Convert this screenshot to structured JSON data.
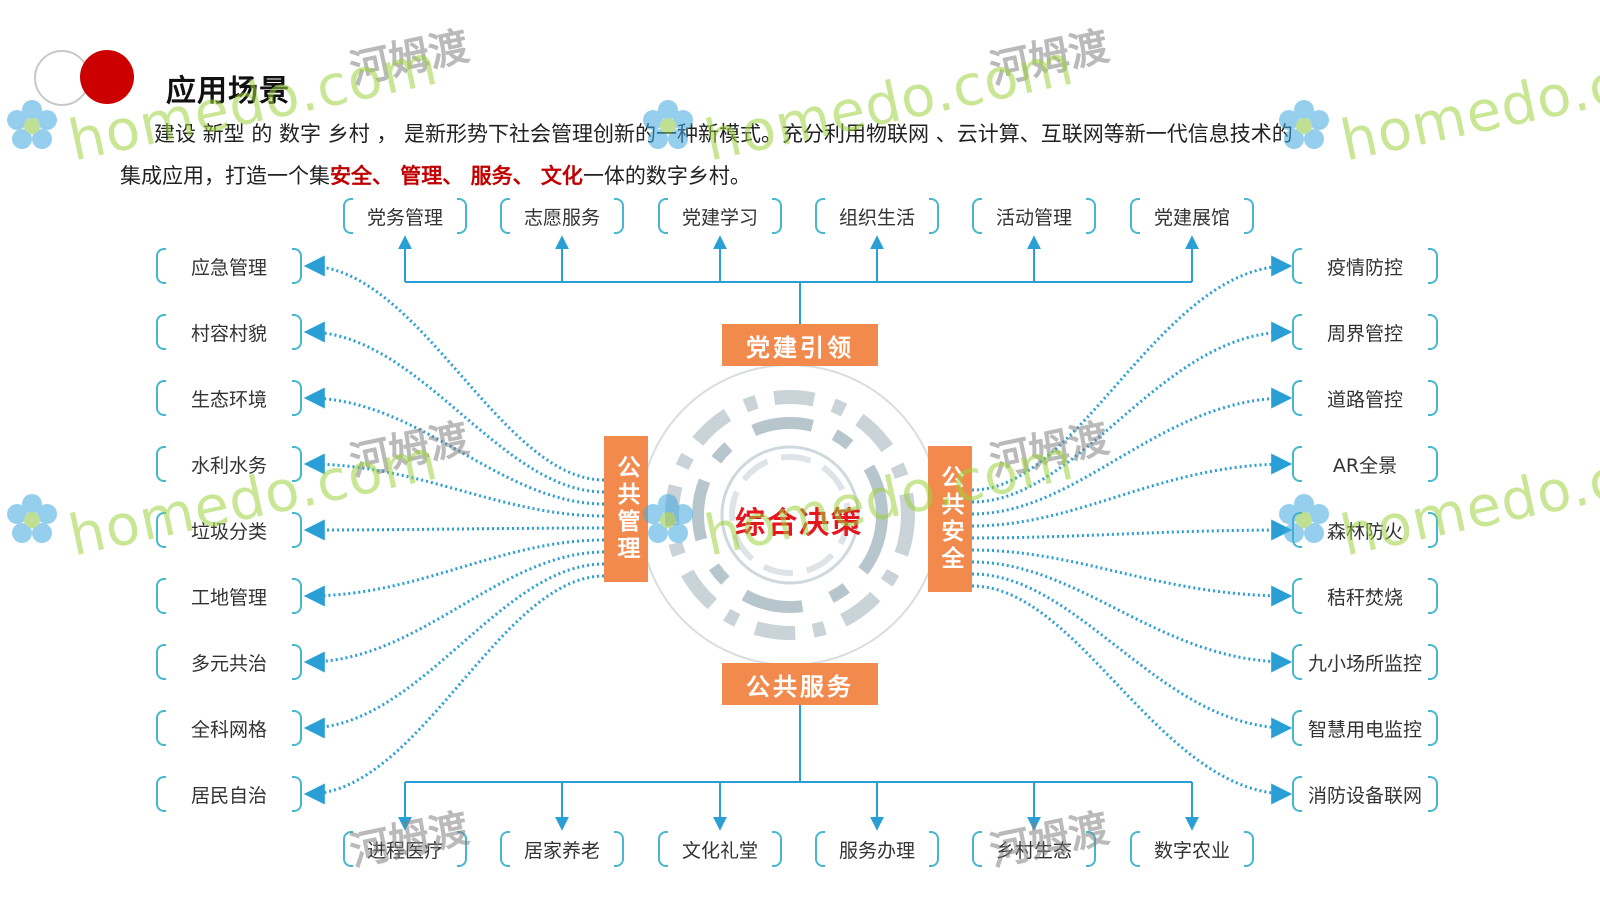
{
  "header": {
    "title": "应用场景",
    "para_line1": "建设 新型 的 数字 乡村 ， 是新形势下社会管理创新的一种新模式。充分利用物联网 、云计算、互联网等新一代信息技术的",
    "para_line2_prefix": "集成应用，打造一个集",
    "para_highlight": "安全、 管理、 服务、 文化",
    "para_line2_suffix": "一体的数字乡村。"
  },
  "top_items": [
    "党务管理",
    "志愿服务",
    "党建学习",
    "组织生活",
    "活动管理",
    "党建展馆"
  ],
  "bottom_items": [
    "进程医疗",
    "居家养老",
    "文化礼堂",
    "服务办理",
    "乡村生态",
    "数字农业"
  ],
  "left_items": [
    "应急管理",
    "村容村貌",
    "生态环境",
    "水利水务",
    "垃圾分类",
    "工地管理",
    "多元共治",
    "全科网格",
    "居民自治"
  ],
  "right_items": [
    "疫情防控",
    "周界管控",
    "道路管控",
    "AR全景",
    "森林防火",
    "秸秆焚烧",
    "九小场所监控",
    "智慧用电监控",
    "消防设备联网"
  ],
  "hubs": {
    "top": "党建引领",
    "bottom": "公共服务",
    "left": "公共管理",
    "right": "公共安全",
    "center": "综合决策"
  },
  "watermark": {
    "cn": "河姆渡",
    "en": "homedo.com"
  },
  "colors": {
    "accent_orange": "#f28a4d",
    "line_blue": "#2a9fd6",
    "bracket_teal": "#45b8d0",
    "highlight_red": "#c00000",
    "center_red": "#e4161e"
  }
}
